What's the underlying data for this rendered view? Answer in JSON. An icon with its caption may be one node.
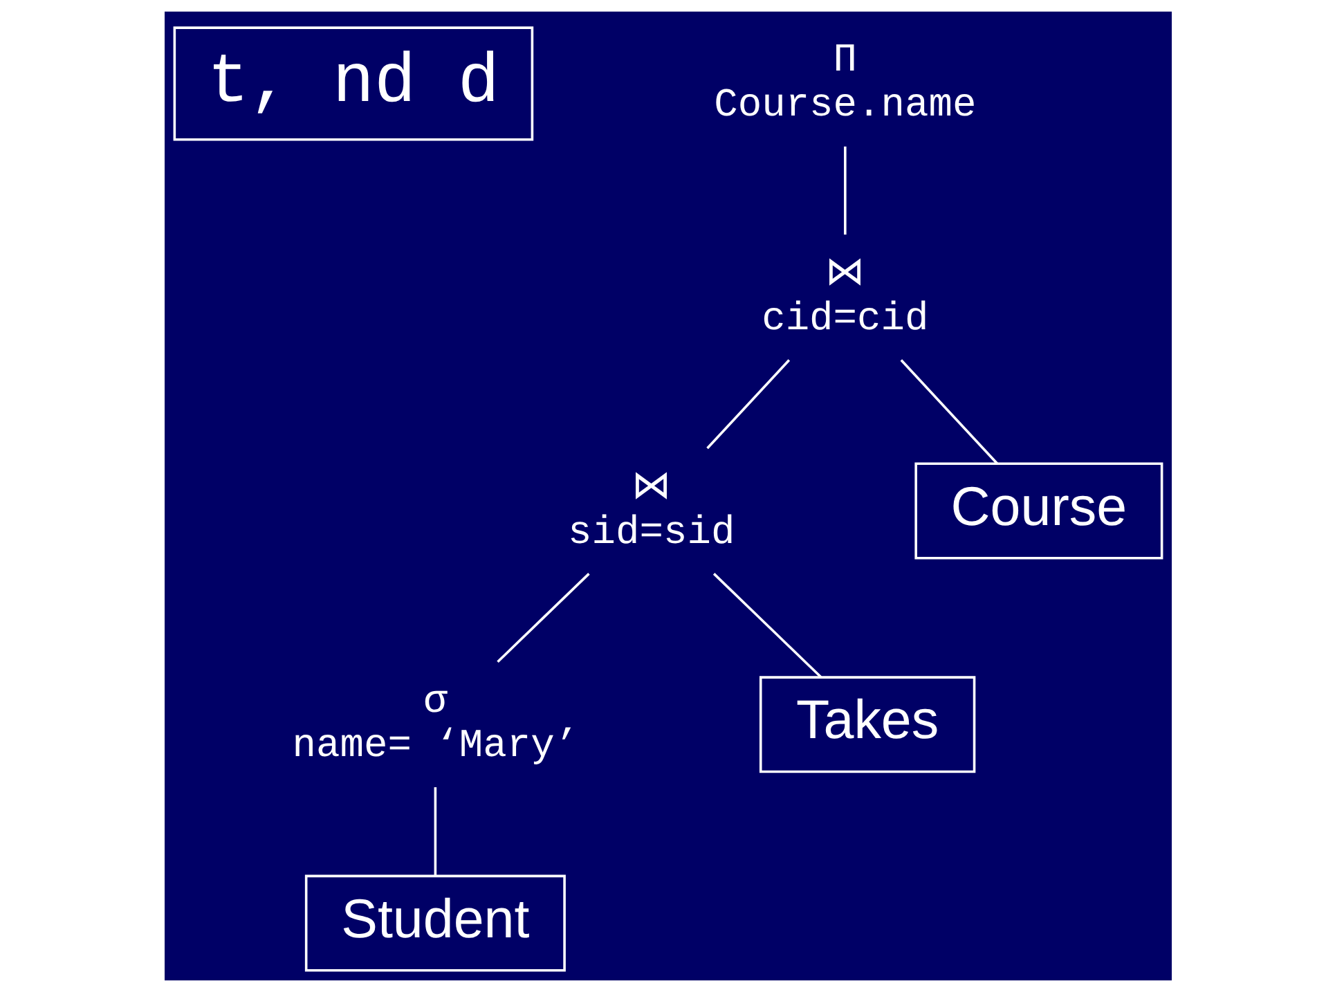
{
  "diagram": {
    "nodes": [
      {
        "text": [
          "t, nd d"
        ]
      },
      {
        "text": [
          "Π",
          "Course.name"
        ]
      },
      {
        "text": [
          "⋈",
          "cid=cid"
        ]
      },
      {
        "text": [
          "⋈",
          "sid=sid"
        ]
      },
      {
        "text": [
          "σ",
          "name= ‘Mary’"
        ]
      },
      {
        "text": [
          "Student"
        ]
      },
      {
        "text": [
          "Takes"
        ]
      },
      {
        "text": [
          "Course"
        ]
      }
    ],
    "edges": [
      {
        "from": 1,
        "to": 2,
        "arrow": "none"
      },
      {
        "from": 2,
        "to": 3,
        "arrow": "none"
      },
      {
        "from": 2,
        "to": 7,
        "arrow": "none"
      },
      {
        "from": 3,
        "to": 4,
        "arrow": "none"
      },
      {
        "from": 3,
        "to": 6,
        "arrow": "none"
      },
      {
        "from": 4,
        "to": 5,
        "arrow": "none"
      }
    ]
  }
}
